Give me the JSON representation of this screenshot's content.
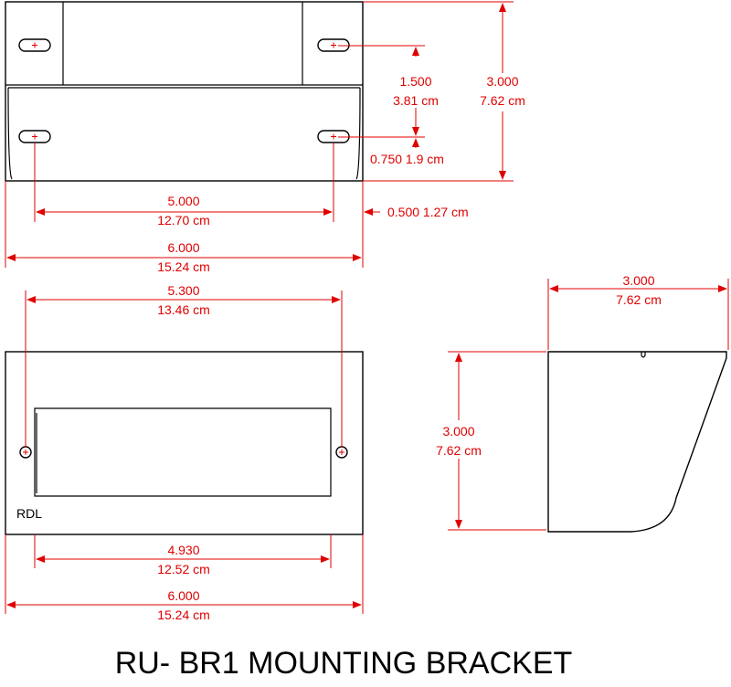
{
  "title": "RU- BR1 MOUNTING BRACKET",
  "mark": "RDL",
  "colors": {
    "dimension": "#e00000",
    "outline": "#000000"
  },
  "top_view": {
    "slot_spacing_vertical": {
      "in": "1.500",
      "cm": "3.81 cm"
    },
    "overall_height": {
      "in": "3.000",
      "cm": "7.62 cm"
    },
    "slot_offset_bottom": {
      "label": "0.750 1.9 cm"
    },
    "slot_spacing_horizontal": {
      "in": "5.000",
      "cm": "12.70 cm"
    },
    "edge_offset": {
      "label": "0.500 1.27 cm"
    },
    "overall_width": {
      "in": "6.000",
      "cm": "15.24 cm"
    }
  },
  "front_view": {
    "hole_spacing": {
      "in": "5.300",
      "cm": "13.46 cm"
    },
    "opening_width": {
      "in": "4.930",
      "cm": "12.52 cm"
    },
    "overall_width": {
      "in": "6.000",
      "cm": "15.24 cm"
    }
  },
  "side_view": {
    "depth": {
      "in": "3.000",
      "cm": "7.62 cm"
    },
    "height": {
      "in": "3.000",
      "cm": "7.62 cm"
    }
  }
}
